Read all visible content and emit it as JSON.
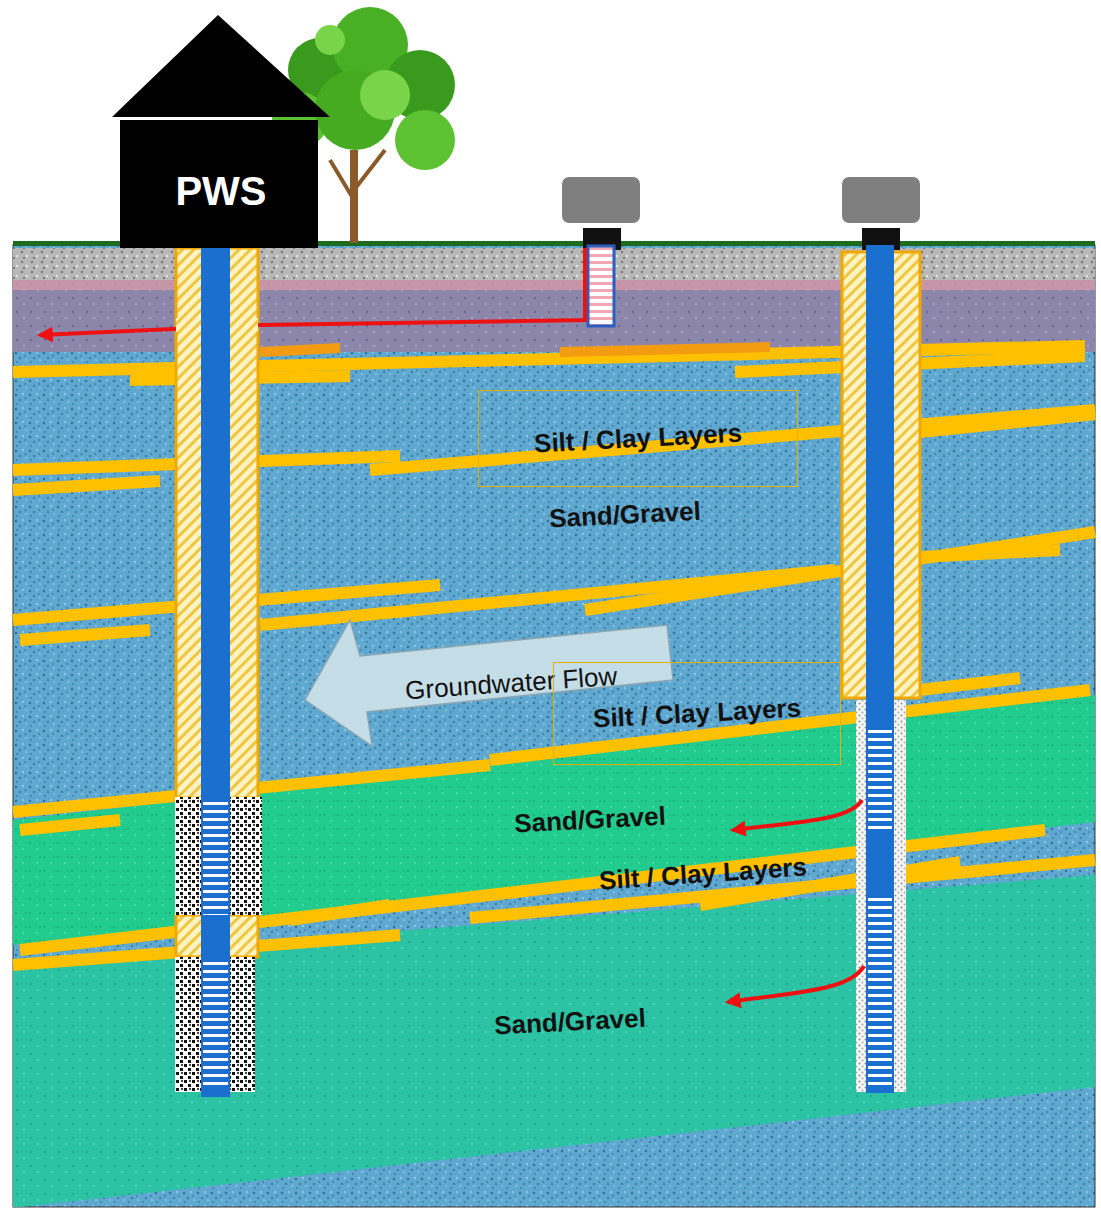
{
  "diagram": {
    "nodes": [
      {
        "text": [
          "PWS"
        ]
      },
      {
        "text": [
          "Silt / Clay Layers"
        ]
      },
      {
        "text": [
          "Groundwater Flow"
        ]
      },
      {
        "text": [
          "Silt / Clay Layers"
        ]
      }
    ],
    "labels": [
      "Sand/Gravel",
      "Sand/Gravel",
      "Silt / Clay Layers",
      "Sand/Gravel"
    ]
  }
}
